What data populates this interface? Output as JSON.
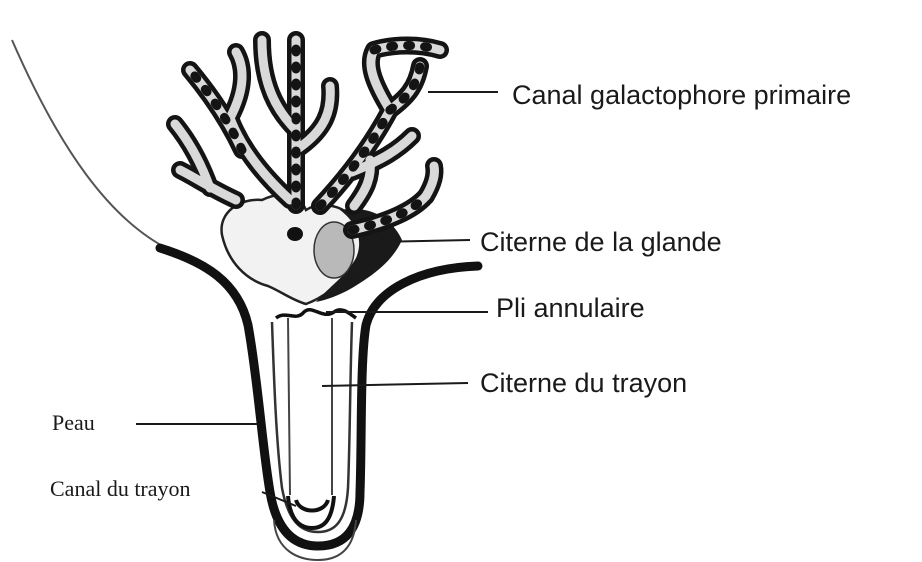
{
  "labels": {
    "canal_galactophore": "Canal galactophore primaire",
    "citerne_glande": "Citerne de la glande",
    "pli_annulaire": "Pli annulaire",
    "citerne_trayon": "Citerne du trayon",
    "peau": "Peau",
    "canal_trayon": "Canal du trayon"
  }
}
